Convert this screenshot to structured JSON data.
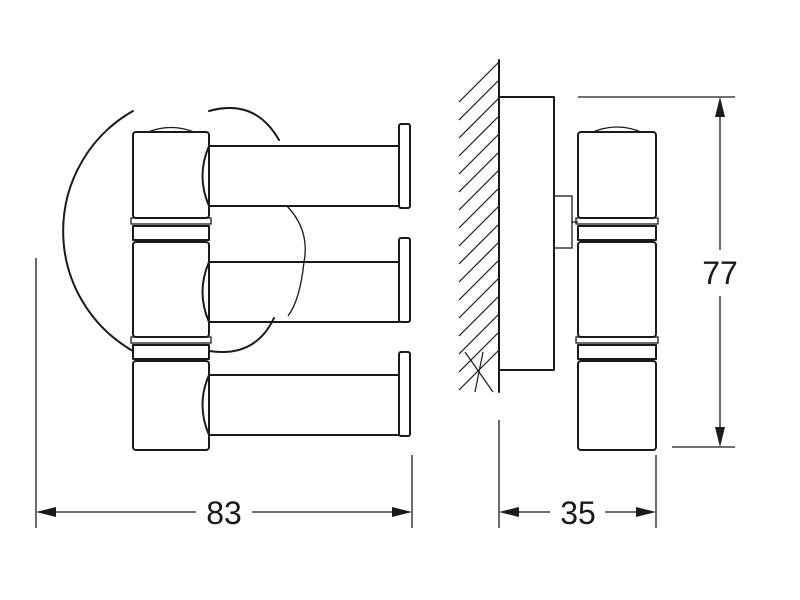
{
  "dimensions": {
    "width_front": "83",
    "width_side": "35",
    "height_side": "77"
  },
  "colors": {
    "line": "#1a1a1a",
    "background": "#ffffff"
  }
}
